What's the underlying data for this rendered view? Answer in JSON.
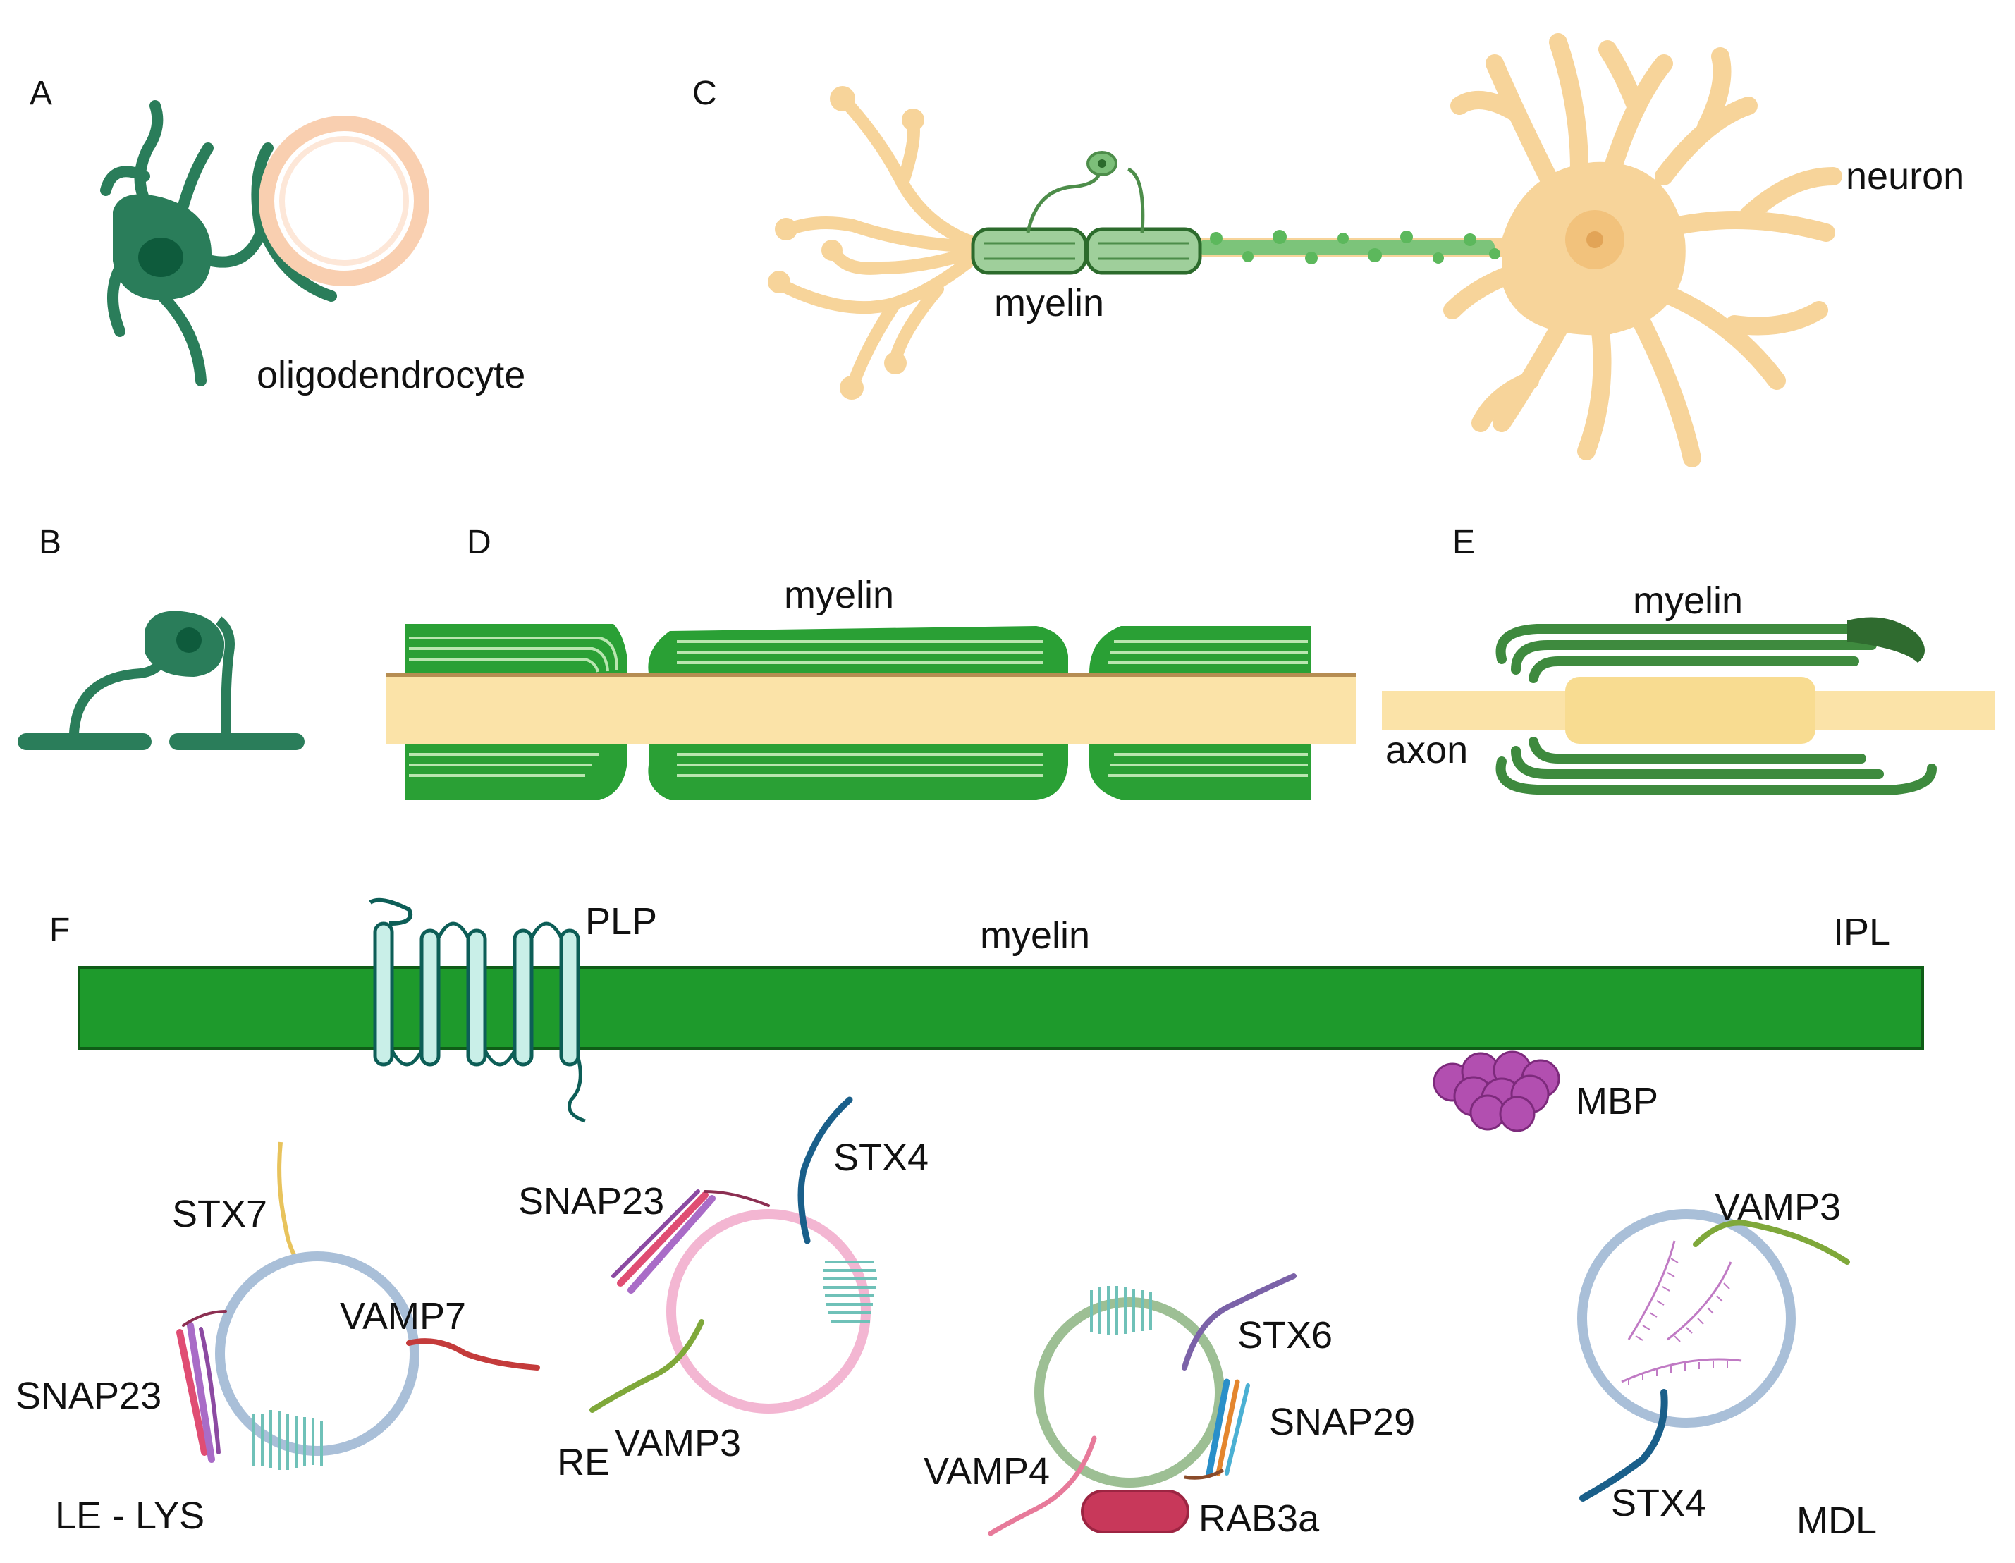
{
  "panels": [
    "A",
    "B",
    "C",
    "D",
    "E",
    "F"
  ],
  "labels": {
    "oligodendrocyte": "oligodendrocyte",
    "neuron": "neuron",
    "myelin_c": "myelin",
    "myelin_d": "myelin",
    "myelin_e": "myelin",
    "axon": "axon",
    "myelin_f": "myelin",
    "plp": "PLP",
    "ipl": "IPL",
    "mbp": "MBP"
  },
  "vesicles": {
    "le_lys": {
      "name": "LE - LYS",
      "proteins": [
        "STX7",
        "VAMP7",
        "SNAP23"
      ]
    },
    "re": {
      "name": "RE",
      "proteins": [
        "SNAP23",
        "STX4",
        "VAMP3"
      ]
    },
    "rab3a": {
      "proteins": [
        "STX6",
        "SNAP29",
        "VAMP4",
        "RAB3a"
      ]
    },
    "mdl": {
      "name": "MDL",
      "proteins": [
        "VAMP3",
        "STX4"
      ]
    }
  },
  "colors": {
    "oligo_green": "#2a7d5a",
    "myelin_green": "#1e9a2c",
    "neuron_peach": "#f7d49a",
    "axon_yellow": "#fbe3a8",
    "mbp_purple": "#b24fb0"
  }
}
